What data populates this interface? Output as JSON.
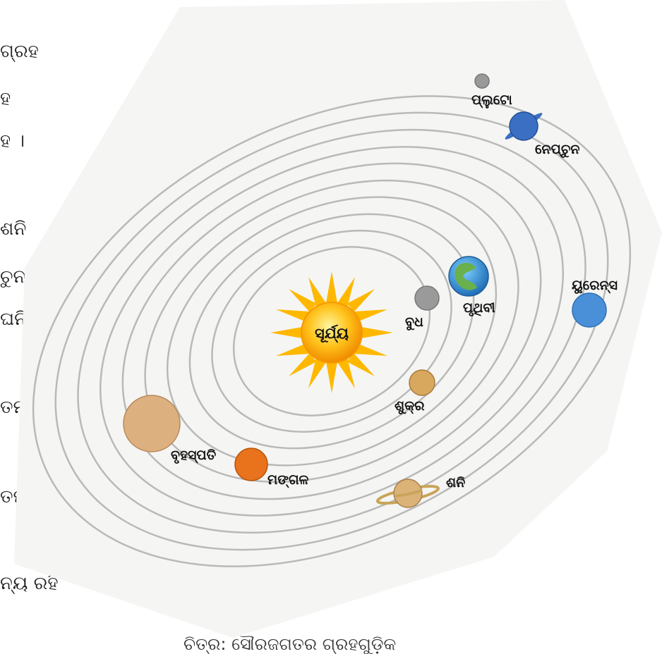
{
  "left_text": [
    "ଗ୍ରହ",
    "ହ",
    "ହ ।",
    "ଶନି",
    "ଚୁନ୍",
    "ଘନି ।",
    "ତମ",
    "ତମ ।",
    "ନ୍ୟ ରହି"
  ],
  "diagram": {
    "sun_label": "ସୂର୍ଯ୍ୟ",
    "planets": [
      {
        "id": "mercury",
        "label": "ବୁଧ",
        "color": "#9a9a9a"
      },
      {
        "id": "venus",
        "label": "ଶୁକ୍ର",
        "color": "#d9a85f"
      },
      {
        "id": "earth",
        "label": "ପୃଥିବୀ",
        "color": "#3a8fd6"
      },
      {
        "id": "mars",
        "label": "ମଙ୍ଗଳ",
        "color": "#e8731c"
      },
      {
        "id": "jupiter",
        "label": "ବୃହସ୍ପତି",
        "color": "#ddb07f"
      },
      {
        "id": "saturn",
        "label": "ଶନି",
        "color": "#dbb277"
      },
      {
        "id": "uranus",
        "label": "ୟୁରେନ୍ସ",
        "color": "#4a90d9"
      },
      {
        "id": "neptune",
        "label": "ନେପ୍‌ଚୁନ",
        "color": "#3a6fc4"
      },
      {
        "id": "pluto",
        "label": "ପ୍ଲୁଟୋ",
        "color": "#9a9a9a"
      }
    ]
  },
  "caption": "ଚିତ୍ର: ସୌରଜଗତର ଗ୍ରହଗୁଡ଼ିକ"
}
